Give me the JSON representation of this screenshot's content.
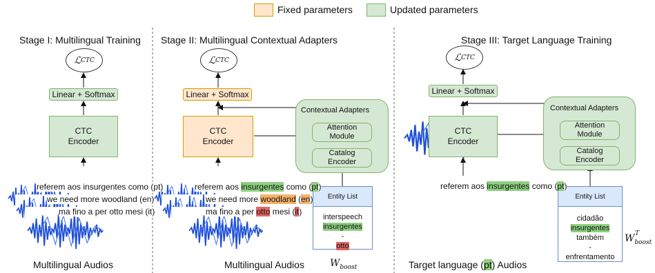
{
  "legend": {
    "fixed": "Fixed parameters",
    "updated": "Updated parameters",
    "fixed_color": "#ffe6cc",
    "updated_color": "#d5e8d4"
  },
  "stage1": {
    "title": "Stage I: Multilingual Training",
    "loss": "CTC",
    "linear": "Linear + Softmax",
    "encoder_l1": "CTC",
    "encoder_l2": "Encoder",
    "captions": [
      "referem aos insurgentes como (pt)",
      "we need more woodland (en)",
      "ma fino a per otto mesi (it)"
    ],
    "bottom": "Multilingual Audios"
  },
  "stage2": {
    "title": "Stage II: Multilingual Contextual Adapters",
    "loss": "CTC",
    "linear": "Linear + Softmax",
    "encoder_l1": "CTC",
    "encoder_l2": "Encoder",
    "adapters_title": "Contextual Adapters",
    "attention_l1": "Attention",
    "attention_l2": "Module",
    "catalog_l1": "Catalog",
    "catalog_l2": "Encoder",
    "entity_head": "Entity List",
    "entities": [
      "interspeech",
      "insurgentes",
      "-",
      "otto"
    ],
    "cap1": {
      "pre": "referem aos ",
      "hl": "insurgentes",
      "post": " como (",
      "lang": "pt",
      "end": ")"
    },
    "cap2": {
      "pre": "we need more ",
      "hl": "woodland",
      "post": " (",
      "lang": "en",
      "end": ")"
    },
    "cap3": {
      "pre": "ma fino a per ",
      "hl": "otto",
      "post": " mesi (",
      "lang": "it",
      "end": ")"
    },
    "bottom": "Multilingual Audios",
    "wboost": "W",
    "wboost_sub": "boost"
  },
  "stage3": {
    "title": "Stage III: Target Language Training",
    "loss": "CTC",
    "linear": "Linear + Softmax",
    "encoder_l1": "CTC",
    "encoder_l2": "Encoder",
    "adapters_title": "Contextual Adapters",
    "attention_l1": "Attention",
    "attention_l2": "Module",
    "catalog_l1": "Catalog",
    "catalog_l2": "Encoder",
    "entity_head": "Entity List",
    "entities": [
      "cidadão",
      "insurgentes",
      "também",
      "-",
      "enfrentamento"
    ],
    "cap1": {
      "pre": "referem aos ",
      "hl": "insurgentes",
      "post": " como (",
      "lang": "pt",
      "end": ")"
    },
    "bottom_pre": "Target language (",
    "bottom_lang": "pt",
    "bottom_post": ") Audios",
    "wboost": "W",
    "wboost_sup": "T",
    "wboost_sub": "boost"
  }
}
